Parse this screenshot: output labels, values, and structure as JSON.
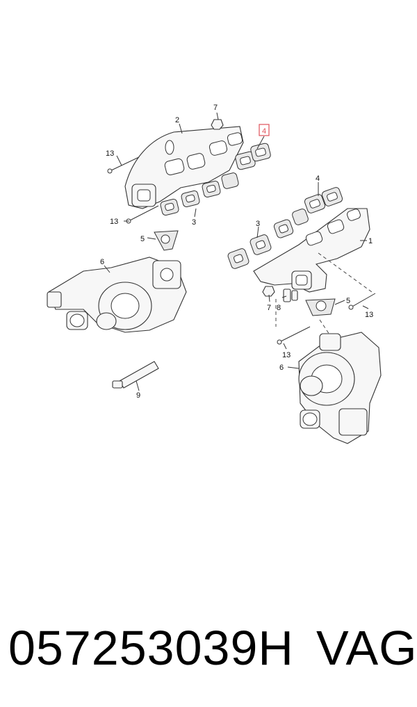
{
  "diagram": {
    "callouts": {
      "c7": "7",
      "c2": "2",
      "c4a": "4",
      "c13a": "13",
      "c13b": "13",
      "c3a": "3",
      "c5a": "5",
      "c4b": "4",
      "c3b": "3",
      "c1": "1",
      "c6a": "6",
      "c7b": "7",
      "c8": "8",
      "c5b": "5",
      "c13c": "13",
      "c13d": "13",
      "c6b": "6",
      "c9": "9"
    },
    "highlight_color": "#e0525a"
  },
  "footer": {
    "part_number": "057253039H",
    "brand": "VAG"
  }
}
